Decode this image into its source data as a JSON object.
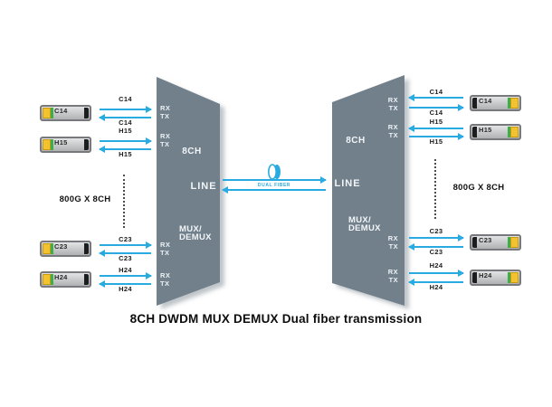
{
  "title": "8CH DWDM MUX DEMUX Dual fiber transmission",
  "channels": [
    "C14",
    "H15",
    "C23",
    "H24"
  ],
  "mux": {
    "rx": "RX",
    "tx": "TX",
    "ch": "8CH",
    "line": "LINE",
    "mux_line1": "MUX/",
    "mux_line2": "DEMUX"
  },
  "labels": {
    "capacity": "800G X 8CH",
    "dual_fiber": "DUAL FIBER"
  },
  "colors": {
    "arrow": "#29abe2",
    "mux_body": "#72808c",
    "module_yellow": "#f2c230",
    "module_green": "#3fae49"
  }
}
